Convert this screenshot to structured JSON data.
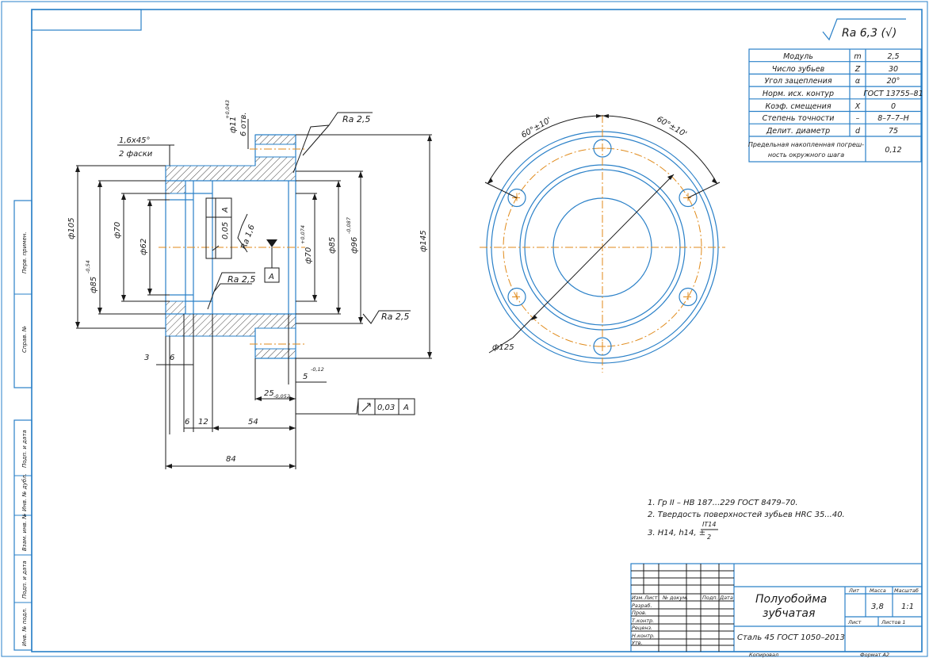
{
  "roughness": {
    "main": "Ra 6,3 (√)",
    "marks": [
      "Ra 2,5",
      "Ra 1,6",
      "Ra 2,5",
      "Ra 2,5"
    ]
  },
  "gear_table": [
    {
      "param": "Модуль",
      "sym": "m",
      "val": "2,5"
    },
    {
      "param": "Число зубьев",
      "sym": "Z",
      "val": "30"
    },
    {
      "param": "Угол зацепления",
      "sym": "α",
      "val": "20°"
    },
    {
      "param": "Норм. исх. контур",
      "sym": "",
      "val": "ГОСТ 13755–81"
    },
    {
      "param": "Коэф. смещения",
      "sym": "X",
      "val": "0"
    },
    {
      "param": "Степень точности",
      "sym": "–",
      "val": "8–7–7–H"
    },
    {
      "param": "Делит. диаметр",
      "sym": "d",
      "val": "75"
    }
  ],
  "gear_table_last": {
    "param_line1": "Предельная накопленная погреш-",
    "param_line2": "ность окружного шага",
    "val": "0,12"
  },
  "dims": {
    "d11": "ф11",
    "d11_tol": "+0,043",
    "holes": "6 отв.",
    "chamfer": "1,6х45°",
    "chamfer_note": "2 фаски",
    "d105": "ф105",
    "d85a": "ф85",
    "d85a_tol": "-0,54",
    "d70a": "ф70",
    "d62": "ф62",
    "d70b": "ф70",
    "d70b_tol": "+0,074",
    "d85b": "ф85",
    "d96": "ф96",
    "d96_tol": "-0,087",
    "d145": "ф145",
    "l3": "3",
    "l6a": "6",
    "l5": "5",
    "l5_tol": "-0,12",
    "l25": "25",
    "l25_tol": "-0,052",
    "l6b": "6",
    "l12": "12",
    "l54": "54",
    "l84": "84",
    "tol1_val": "0,05",
    "tol1_base": "A",
    "base_a": "A",
    "tol2_val": "0,03",
    "tol2_base": "A",
    "ang1": "60°±10'",
    "ang2": "60°±10'",
    "d125": "ф125"
  },
  "notes": [
    "1. Гр II – НВ 187...229 ГОСТ 8479–70.",
    "2. Твердость поверхностей зубьев HRC 35...40.",
    "3. H14, h14, ±"
  ],
  "note3_frac": {
    "num": "IT14",
    "den": "2"
  },
  "side_labels": [
    "Перв. примен.",
    "Справ. №",
    "Подп. и дата",
    "Инв. № дубл.",
    "Взам. инв. №",
    "Подп. и дата",
    "Инв. № подл."
  ],
  "title_block": {
    "name_line1": "Полуобойма",
    "name_line2": "зубчатая",
    "material": "Сталь 45 ГОСТ 1050–2013",
    "head_lit": "Лит",
    "head_mass": "Масса",
    "head_scale": "Масштаб",
    "mass": "3,8",
    "scale": "1:1",
    "sheet": "Лист",
    "sheets": "Листов 1",
    "rows": [
      "Изм.",
      "Лист",
      "№ докум.",
      "Подп.",
      "Дата"
    ],
    "roles": [
      "Разраб.",
      "Пров.",
      "Т.контр.",
      "Реценз.",
      "Н.контр.",
      "Утв."
    ],
    "copied": "Копировал",
    "format": "Формат A2"
  }
}
